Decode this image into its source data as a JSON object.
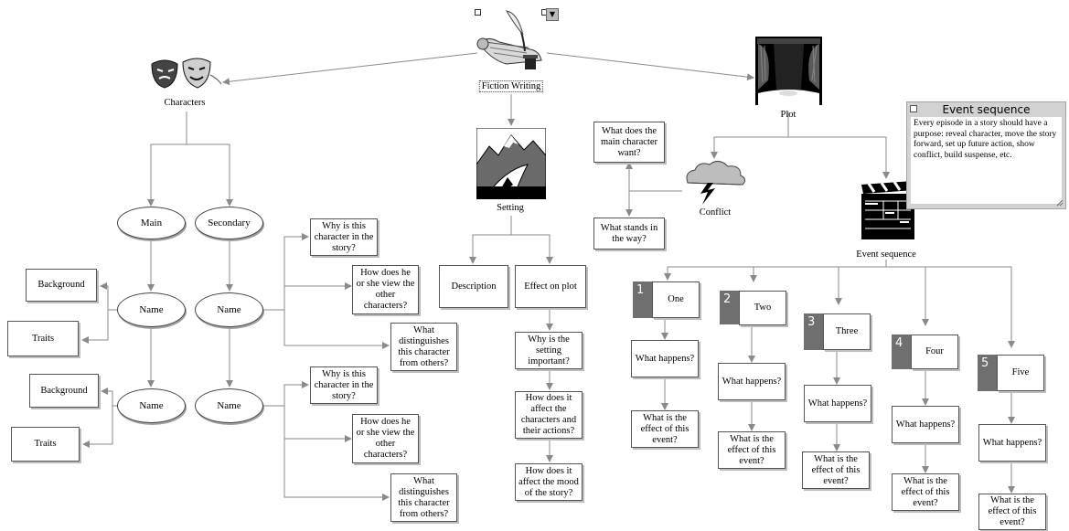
{
  "root": {
    "label": "Fiction Writing",
    "icon": "scroll-quill-icon"
  },
  "characters": {
    "label": "Characters",
    "icon": "theatre-masks-icon",
    "main": "Main",
    "secondary": "Secondary",
    "name": "Name",
    "background": "Background",
    "traits": "Traits",
    "questions": [
      "Why is this character in the story?",
      "How does he or she view the other characters?",
      "What distinguishes this character from others?"
    ]
  },
  "setting": {
    "label": "Setting",
    "icon": "mountain-icon",
    "description": "Description",
    "effect": "Effect on plot",
    "questions": [
      "Why is the setting important?",
      "How does it affect the characters and their actions?",
      "How does it affect the mood of the story?"
    ]
  },
  "plot": {
    "label": "Plot",
    "icon": "stage-curtain-icon",
    "conflict": {
      "label": "Conflict",
      "icon": "storm-cloud-icon",
      "want": "What does the main character want?",
      "way": "What stands in the way?"
    },
    "event_sequence": {
      "label": "Event sequence",
      "icon": "clapperboard-icon"
    },
    "events": [
      {
        "num": "1",
        "label": "One"
      },
      {
        "num": "2",
        "label": "Two"
      },
      {
        "num": "3",
        "label": "Three"
      },
      {
        "num": "4",
        "label": "Four"
      },
      {
        "num": "5",
        "label": "Five"
      }
    ],
    "what_happens": "What happens?",
    "effect_q": "What is the effect of this event?"
  },
  "note": {
    "title": "Event sequence",
    "body": "Every episode in a story should have a purpose: reveal character, move the story forward, set up future action, show conflict, build suspense, etc."
  }
}
